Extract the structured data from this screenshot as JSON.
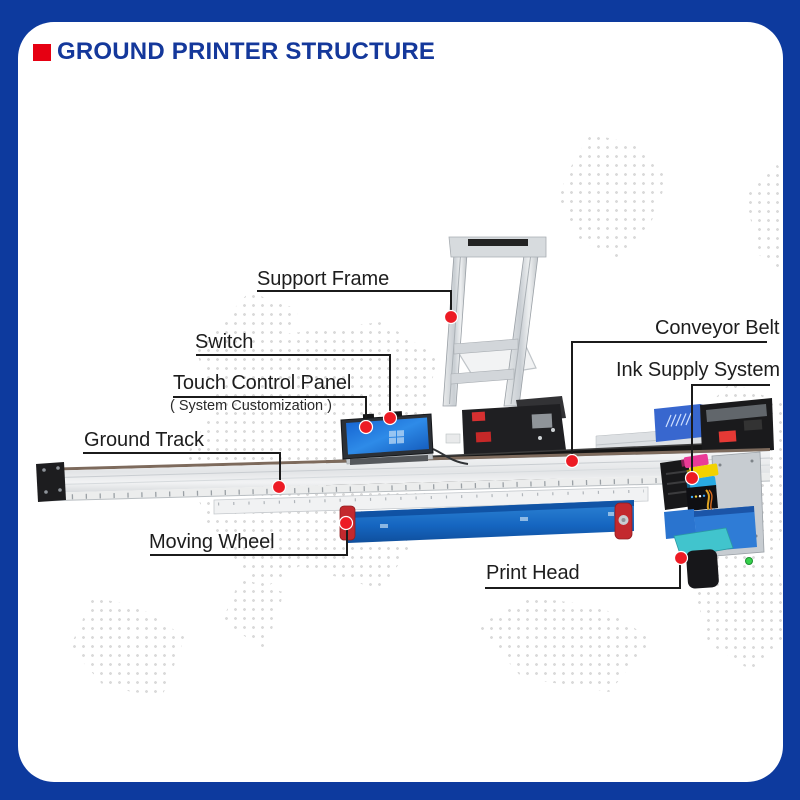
{
  "header": {
    "title": "GROUND PRINTER STRUCTURE"
  },
  "callouts": [
    {
      "id": "support-frame",
      "label": "Support Frame"
    },
    {
      "id": "switch",
      "label": "Switch"
    },
    {
      "id": "touch-control-panel",
      "label": "Touch Control Panel",
      "sublabel": "( System Customization )"
    },
    {
      "id": "ground-track",
      "label": "Ground Track"
    },
    {
      "id": "moving-wheel",
      "label": "Moving Wheel"
    },
    {
      "id": "conveyor-belt",
      "label": "Conveyor Belt"
    },
    {
      "id": "ink-supply-system",
      "label": "Ink Supply System"
    },
    {
      "id": "print-head",
      "label": "Print Head"
    }
  ],
  "illustration": {
    "alt": "Photo of a ground printer: long aluminum ground track with moving wheels, tilted support frame, touch control panel, conveyor belt, ink supply system and print head"
  },
  "theme": {
    "background_blue": "#0d3a9e",
    "title_blue": "#14389b",
    "accent_red": "#e60012",
    "callout_dot_red": "#ed1b24",
    "callout_line": "#1b1b1b",
    "map_dot_gray": "#dadada"
  }
}
